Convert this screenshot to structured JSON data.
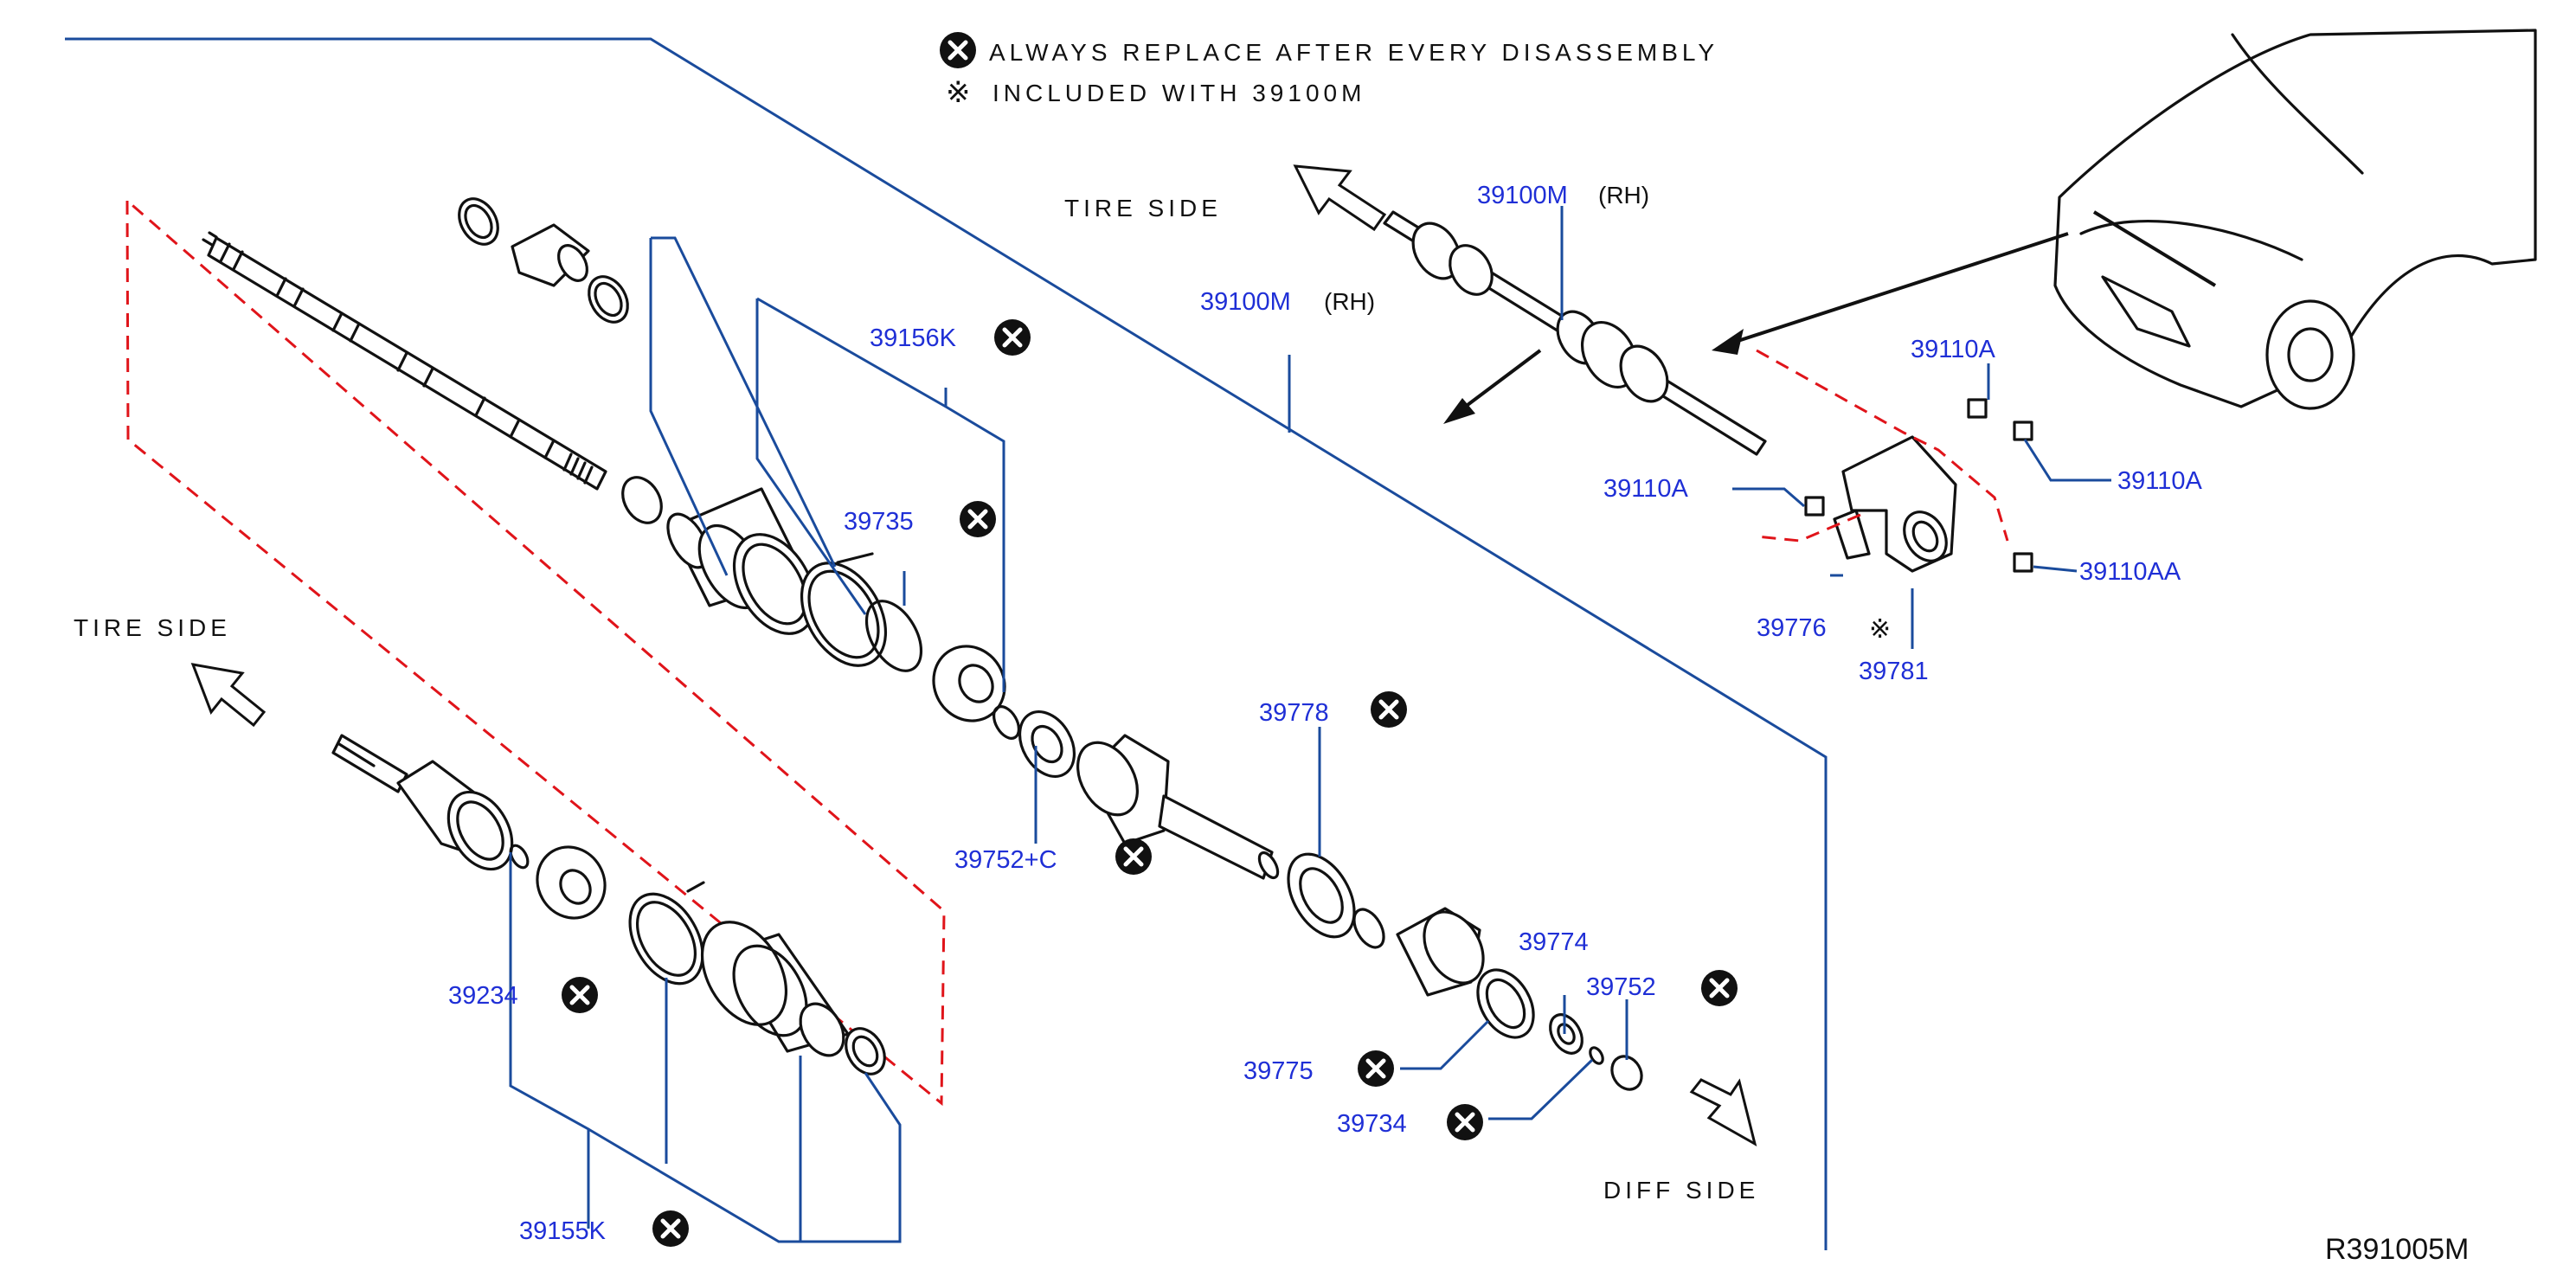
{
  "legend": {
    "always_replace": "ALWAYS  REPLACE  AFTER  EVERY  DISASSEMBLY",
    "included_with": "INCLUDED  WITH  39100M",
    "always_replace_icon": "x-circle-icon",
    "included_icon": "reference-mark-icon"
  },
  "direction_labels": {
    "tire_side_top": "TIRE  SIDE",
    "tire_side_left": "TIRE  SIDE",
    "diff_side": "DIFF  SIDE"
  },
  "part_labels": {
    "p39100M_top": "39100M",
    "p39100M_top_side": "(RH)",
    "p39100M_mid": "39100M",
    "p39100M_mid_side": "(RH)",
    "p39156K": "39156K",
    "p39735": "39735",
    "p39752C": "39752+C",
    "p39778": "39778",
    "p39234": "39234",
    "p39155K": "39155K",
    "p39774": "39774",
    "p39752": "39752",
    "p39775": "39775",
    "p39734": "39734",
    "p39110A_top": "39110A",
    "p39110A_left": "39110A",
    "p39110A_right": "39110A",
    "p39110AA": "39110AA",
    "p39776": "39776",
    "p39781": "39781"
  },
  "diagram_ref": "R391005M",
  "colors": {
    "part_number": "#1f2fd6",
    "leader_line": "#1a4b9c",
    "assembly_outline": "#e0141a",
    "drawing": "#111111"
  }
}
